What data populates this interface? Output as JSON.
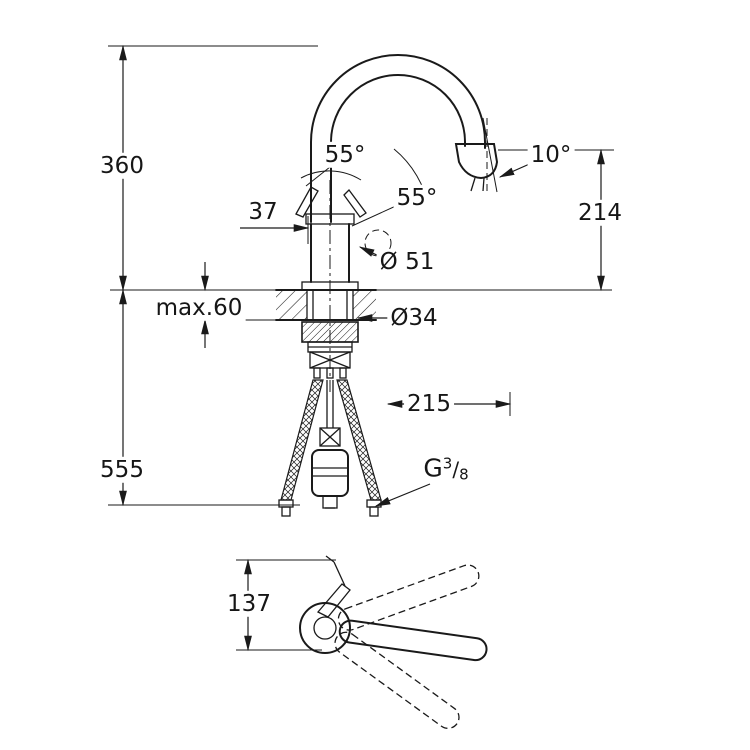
{
  "colors": {
    "line": "#1a1a1a",
    "background": "#ffffff"
  },
  "main_view": {
    "height_above_deck": "360",
    "handle_offset": "37",
    "swivel_angle_inner": "55°",
    "swivel_angle_outer": "55°",
    "spray_angle": "10°",
    "outlet_height": "214",
    "max_deck_thickness": "max.60",
    "base_diameter": "Ø 51",
    "hole_diameter": "Ø34",
    "height_below_deck": "555",
    "hose_reach": "215",
    "thread": {
      "prefix": "G",
      "numerator": "3",
      "slash": "/",
      "denominator": "8"
    }
  },
  "top_view": {
    "spout_depth": "137"
  }
}
